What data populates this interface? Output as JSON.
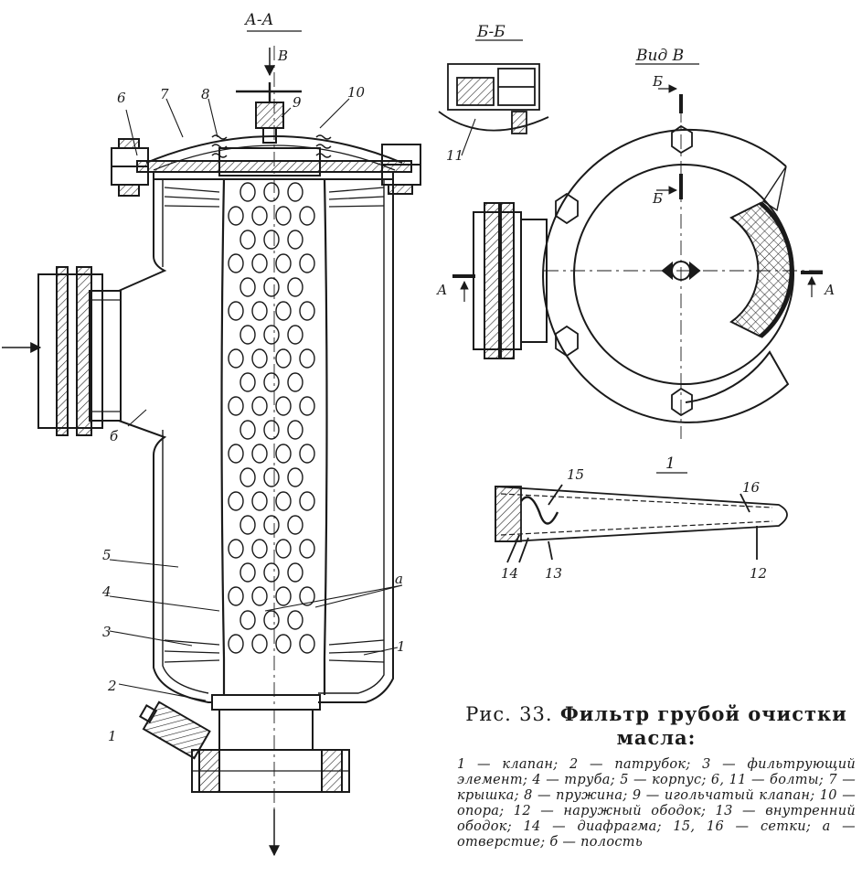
{
  "labels": {
    "section_aa": "А-А",
    "section_bb": "Б-Б",
    "view_v": "Вид В",
    "arrow_v": "В",
    "arrow_b_top": "Б",
    "arrow_b_mid": "Б",
    "arrow_a_left": "А",
    "arrow_a_right": "А",
    "detail_1": "1",
    "n1_right": "1",
    "n2": "2",
    "n1_bottom": "1",
    "n3": "3",
    "n4": "4",
    "n5": "5",
    "n6_top": "6",
    "n6_cavity": "б",
    "n7": "7",
    "n8": "8",
    "n9": "9",
    "n10": "10",
    "n11": "11",
    "n12": "12",
    "n13": "13",
    "n14": "14",
    "n15": "15",
    "n16": "16",
    "na": "а"
  },
  "caption": {
    "prefix": "Рис.",
    "number": "33.",
    "title": "Фильтр грубой очистки масла:",
    "legend": "1 — клапан; 2 — патрубок; 3 — фильтрующий элемент; 4 — труба; 5 — корпус; 6, 11 — болты; 7 — крышка; 8 — пружина; 9 — игольчатый клапан; 10 — опора; 12 — наружный ободок; 13 — внутренний ободок; 14 — диафрагма; 15, 16 — сетки; а — отверстие; б — полость"
  }
}
